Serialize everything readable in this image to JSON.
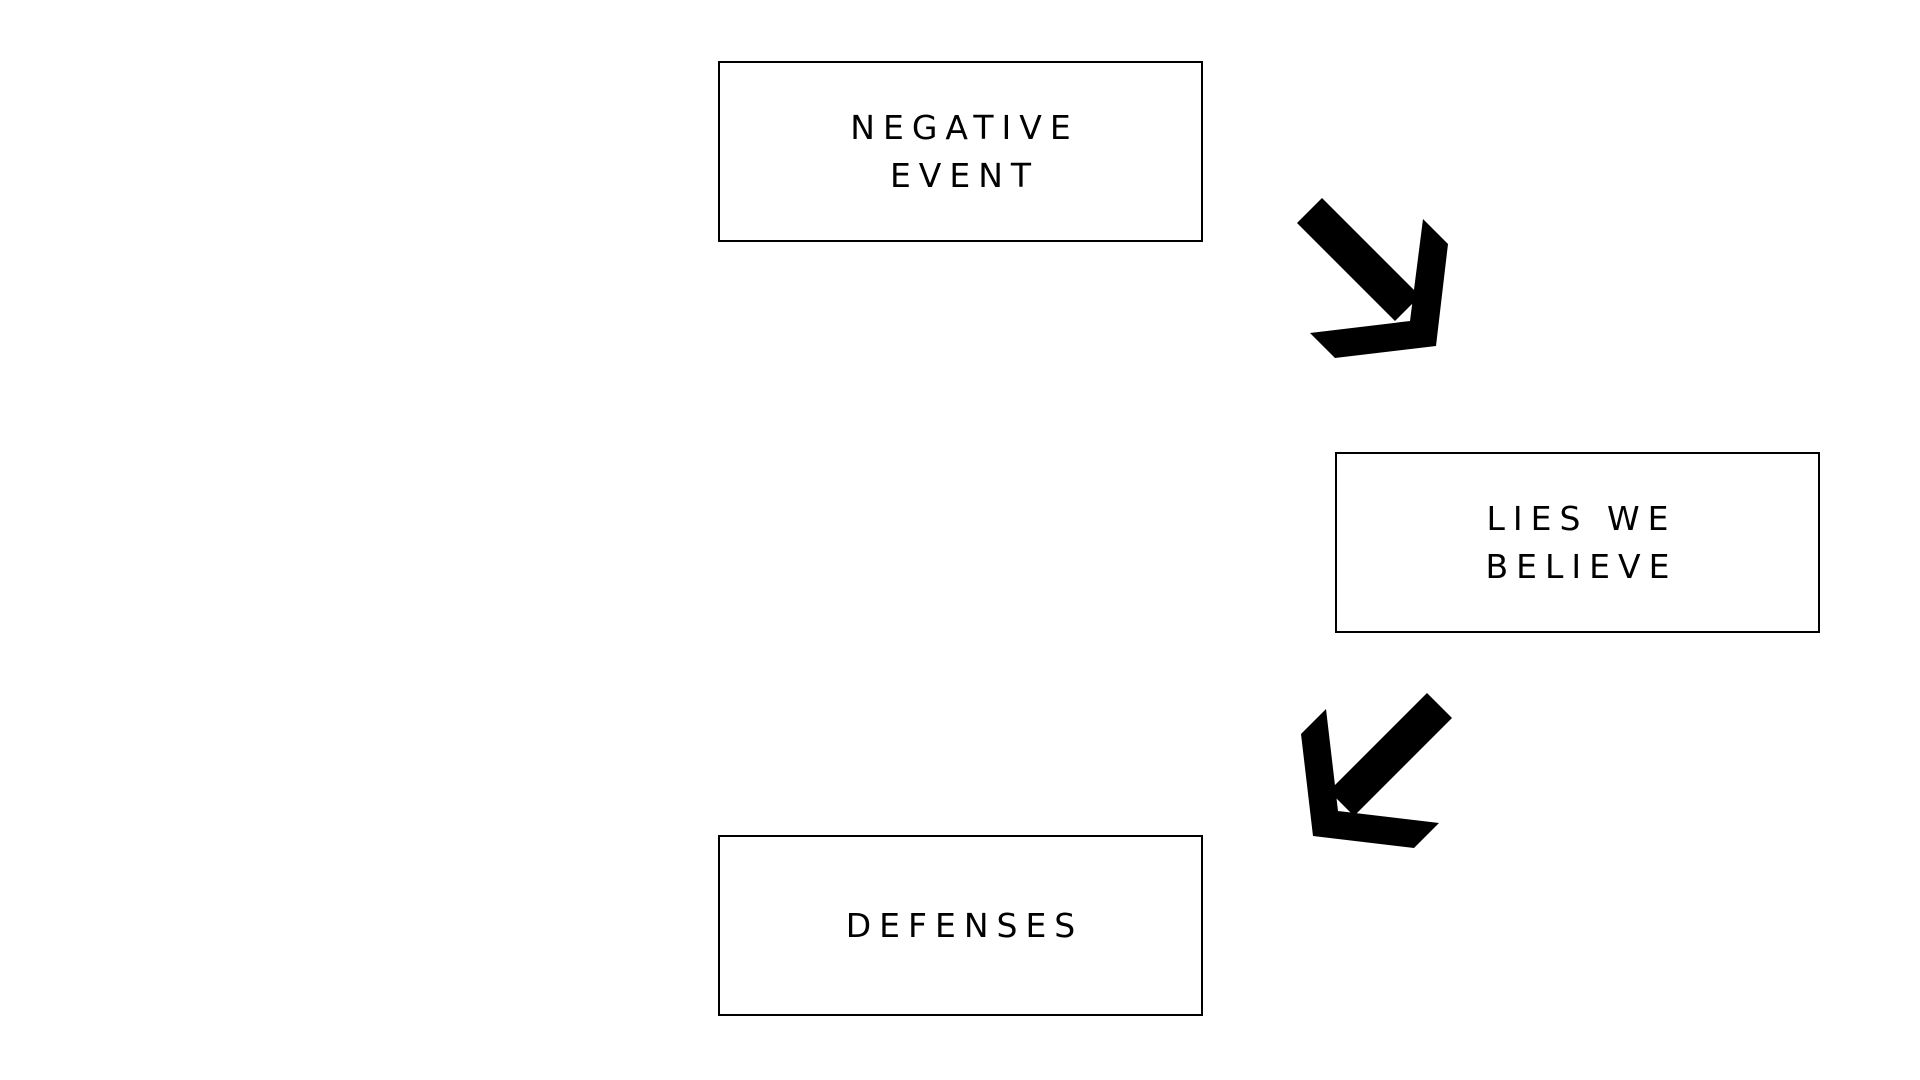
{
  "diagram": {
    "nodes": [
      {
        "id": "negative-event",
        "label": "NEGATIVE\nEVENT"
      },
      {
        "id": "lies-we-believe",
        "label": "LIES WE\nBELIEVE"
      },
      {
        "id": "defenses",
        "label": "DEFENSES"
      }
    ],
    "edges": [
      {
        "from": "negative-event",
        "to": "lies-we-believe"
      },
      {
        "from": "lies-we-believe",
        "to": "defenses"
      }
    ],
    "colors": {
      "background": "#ffffff",
      "stroke": "#000000",
      "text": "#000000"
    }
  }
}
